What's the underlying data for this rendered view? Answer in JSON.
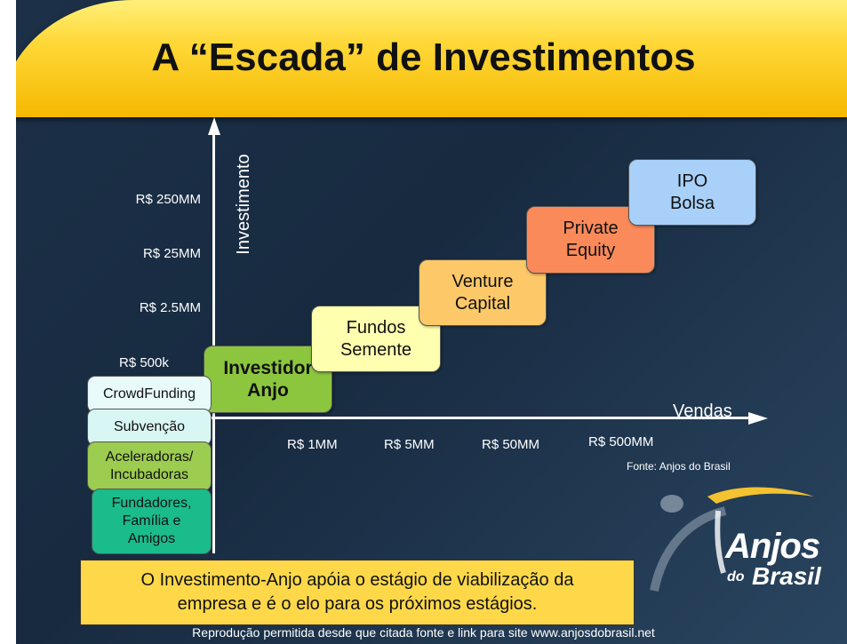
{
  "title": "A “Escada” de Investimentos",
  "axes": {
    "y_label": "Investimento",
    "x_label": "Vendas",
    "y_ticks": [
      "R$ 250MM",
      "R$ 25MM",
      "R$ 2.5MM",
      "R$ 500k"
    ],
    "x_ticks": [
      "R$ 1MM",
      "R$ 5MM",
      "R$ 50MM",
      "R$ 500MM"
    ]
  },
  "source": "Fonte: Anjos do Brasil",
  "steps": [
    {
      "lines": [
        "Investidor",
        "Anjo"
      ],
      "color": "#8cc63f"
    },
    {
      "lines": [
        "Fundos",
        "Semente"
      ],
      "color": "#ffffb0"
    },
    {
      "lines": [
        "Venture",
        "Capital"
      ],
      "color": "#fcc868"
    },
    {
      "lines": [
        "Private",
        "Equity"
      ],
      "color": "#fa8a5a"
    },
    {
      "lines": [
        "IPO",
        "Bolsa"
      ],
      "color": "#a8d0f8"
    }
  ],
  "early_stages": [
    {
      "lines": [
        "CrowdFunding"
      ],
      "color": "#e8fafa"
    },
    {
      "lines": [
        "Subvenção"
      ],
      "color": "#d8f6f4"
    },
    {
      "lines": [
        "Aceleradoras/",
        "Incubadoras"
      ],
      "color": "#9ccc50"
    },
    {
      "lines": [
        "Fundadores,",
        "Família e",
        "Amigos"
      ],
      "color": "#1abc8c"
    }
  ],
  "callout": {
    "line1": "O Investimento-Anjo apóia o estágio de viabilização da",
    "line2": "empresa e é o elo para os próximos estágios."
  },
  "logo": {
    "word1": "Anjos",
    "word2": "do",
    "word3": "Brasil"
  },
  "footer": "Reprodução permitida desde que citada fonte e link para site www.anjosdobrasil.net"
}
